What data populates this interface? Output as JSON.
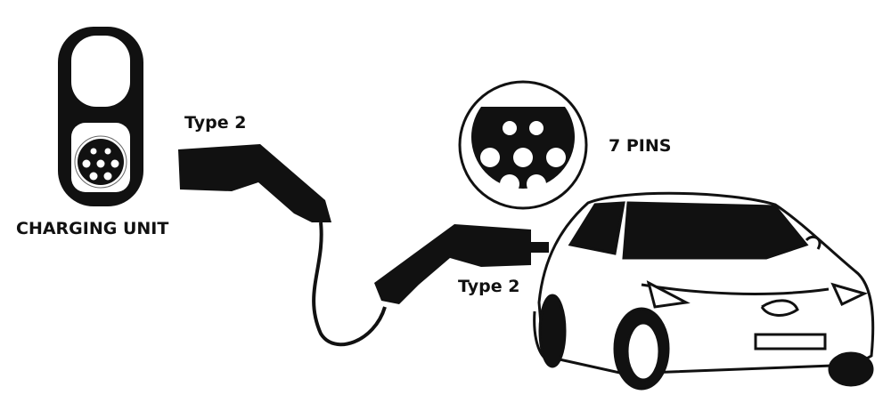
{
  "labels": {
    "charging_unit": "CHARGING UNIT",
    "plug_left": "Type 2",
    "plug_right": "Type 2",
    "pins": "7 PINS"
  },
  "colors": {
    "ink": "#111111",
    "background": "#ffffff"
  },
  "connector_pin_count": 7
}
